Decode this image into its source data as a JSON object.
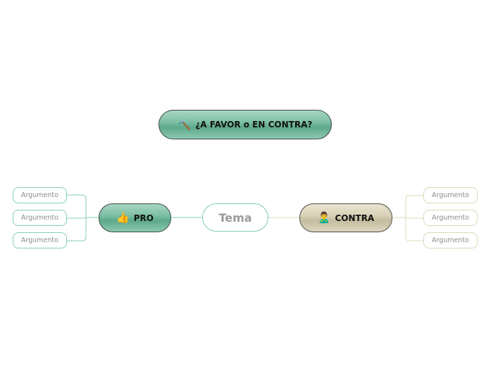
{
  "title_node": {
    "label": "¿A FAVOR o EN CONTRA?",
    "icon": "gavel-icon",
    "icon_glyph": "🔨"
  },
  "central_node": {
    "label": "Tema"
  },
  "pro_node": {
    "label": "PRO",
    "icon": "thumbs-up-icon",
    "icon_glyph": "👍"
  },
  "contra_node": {
    "label": "CONTRA",
    "icon": "person-shrugging-icon",
    "icon_glyph": "🙎‍♂️"
  },
  "pro_arguments": [
    {
      "label": "Argumento"
    },
    {
      "label": "Argumento"
    },
    {
      "label": "Argumento"
    }
  ],
  "contra_arguments": [
    {
      "label": "Argumento"
    },
    {
      "label": "Argumento"
    },
    {
      "label": "Argumento"
    }
  ],
  "colors": {
    "pro_accent": "#7fc0a6",
    "contra_accent": "#d9d2b8",
    "tema_border": "#7fc9bb",
    "pro_connector": "#86cdb8",
    "contra_connector": "#dcd8b8"
  }
}
